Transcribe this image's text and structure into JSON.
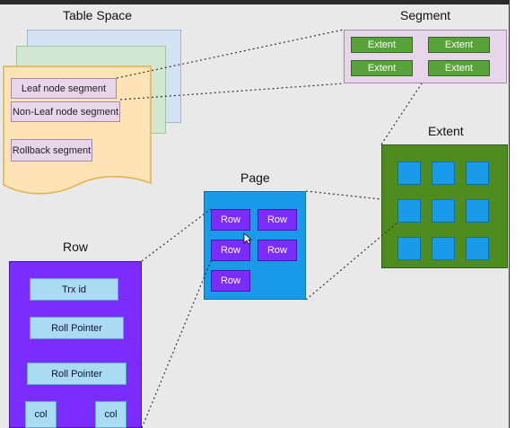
{
  "tablespace": {
    "title": "Table Space",
    "items": [
      "Leaf node segment",
      "Non-Leaf node segment",
      "Rollback segment"
    ]
  },
  "segment": {
    "title": "Segment",
    "extents": [
      "Extent",
      "Extent",
      "Extent",
      "Extent"
    ]
  },
  "extent": {
    "title": "Extent"
  },
  "page": {
    "title": "Page",
    "rows": [
      "Row",
      "Row",
      "Row",
      "Row",
      "Row"
    ]
  },
  "row": {
    "title": "Row",
    "fields": [
      "Trx id",
      "Roll Pointer",
      "Roll Pointer"
    ],
    "cols": [
      "col",
      "col"
    ]
  },
  "colors": {
    "background": "#e9e9e9",
    "segment_fill": "#e7d6ea",
    "extent_block": "#58a23a",
    "page_fill": "#1a9bea",
    "row_fill": "#7b2cff",
    "field_fill": "#a9dbf2",
    "tablespace_fill": "#fde3b6"
  }
}
